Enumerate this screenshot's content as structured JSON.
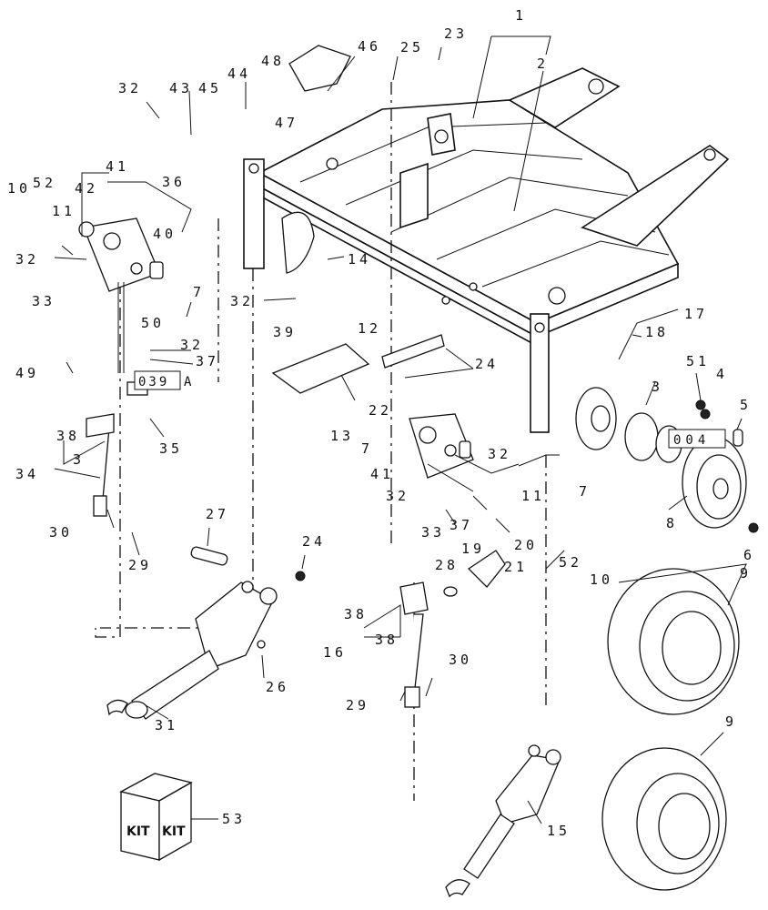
{
  "labels": [
    {
      "id": "l1",
      "text": "1"
    },
    {
      "id": "l2a",
      "text": "2"
    },
    {
      "id": "l23",
      "text": "23"
    },
    {
      "id": "l25",
      "text": "25"
    },
    {
      "id": "l46",
      "text": "46"
    },
    {
      "id": "l48",
      "text": "48"
    },
    {
      "id": "l44",
      "text": "44"
    },
    {
      "id": "l43",
      "text": "43"
    },
    {
      "id": "l45",
      "text": "45"
    },
    {
      "id": "l47",
      "text": "47"
    },
    {
      "id": "l32a",
      "text": "32"
    },
    {
      "id": "l36",
      "text": "36"
    },
    {
      "id": "l41a",
      "text": "41"
    },
    {
      "id": "l42",
      "text": "42"
    },
    {
      "id": "l10a",
      "text": "10"
    },
    {
      "id": "l52a",
      "text": "52"
    },
    {
      "id": "l11a",
      "text": "11"
    },
    {
      "id": "l40",
      "text": "40"
    },
    {
      "id": "l32b",
      "text": "32"
    },
    {
      "id": "l33a",
      "text": "33"
    },
    {
      "id": "l14",
      "text": "14"
    },
    {
      "id": "l7a",
      "text": "7"
    },
    {
      "id": "l50",
      "text": "50"
    },
    {
      "id": "l32c",
      "text": "32"
    },
    {
      "id": "l39",
      "text": "39"
    },
    {
      "id": "l32d",
      "text": "32"
    },
    {
      "id": "l37a",
      "text": "37"
    },
    {
      "id": "l49",
      "text": "49"
    },
    {
      "id": "l12",
      "text": "12"
    },
    {
      "id": "l24a",
      "text": "24"
    },
    {
      "id": "l22",
      "text": "22"
    },
    {
      "id": "l13",
      "text": "13"
    },
    {
      "id": "l17",
      "text": "17"
    },
    {
      "id": "l18",
      "text": "18"
    },
    {
      "id": "l51",
      "text": "51"
    },
    {
      "id": "l4",
      "text": "4"
    },
    {
      "id": "l3a",
      "text": "3"
    },
    {
      "id": "l5",
      "text": "5"
    },
    {
      "id": "l38a",
      "text": "38"
    },
    {
      "id": "l3b",
      "text": "3"
    },
    {
      "id": "l34",
      "text": "34"
    },
    {
      "id": "l35",
      "text": "35"
    },
    {
      "id": "l7b",
      "text": "7"
    },
    {
      "id": "l41b",
      "text": "41"
    },
    {
      "id": "l32e",
      "text": "32"
    },
    {
      "id": "l32f",
      "text": "32"
    },
    {
      "id": "l11b",
      "text": "11"
    },
    {
      "id": "l7c",
      "text": "7"
    },
    {
      "id": "l8",
      "text": "8"
    },
    {
      "id": "l6",
      "text": "6"
    },
    {
      "id": "l30a",
      "text": "30"
    },
    {
      "id": "l29a",
      "text": "29"
    },
    {
      "id": "l27",
      "text": "27"
    },
    {
      "id": "l24b",
      "text": "24"
    },
    {
      "id": "l33b",
      "text": "33"
    },
    {
      "id": "l37b",
      "text": "37"
    },
    {
      "id": "l20",
      "text": "20"
    },
    {
      "id": "l28",
      "text": "28"
    },
    {
      "id": "l19",
      "text": "19"
    },
    {
      "id": "l21",
      "text": "21"
    },
    {
      "id": "l52b",
      "text": "52"
    },
    {
      "id": "l10b",
      "text": "10"
    },
    {
      "id": "l9a",
      "text": "9"
    },
    {
      "id": "l26",
      "text": "26"
    },
    {
      "id": "l38b",
      "text": "38"
    },
    {
      "id": "l38c",
      "text": "38"
    },
    {
      "id": "l16",
      "text": "16"
    },
    {
      "id": "l30b",
      "text": "30"
    },
    {
      "id": "l29b",
      "text": "29"
    },
    {
      "id": "l31",
      "text": "31"
    },
    {
      "id": "l9b",
      "text": "9"
    },
    {
      "id": "l53",
      "text": "53"
    },
    {
      "id": "l15",
      "text": "15"
    }
  ],
  "ref_boxes": [
    {
      "id": "r039",
      "text": "039",
      "suffix": "A"
    },
    {
      "id": "r004",
      "text": "004",
      "suffix": ""
    }
  ],
  "kit_label": "KIT"
}
